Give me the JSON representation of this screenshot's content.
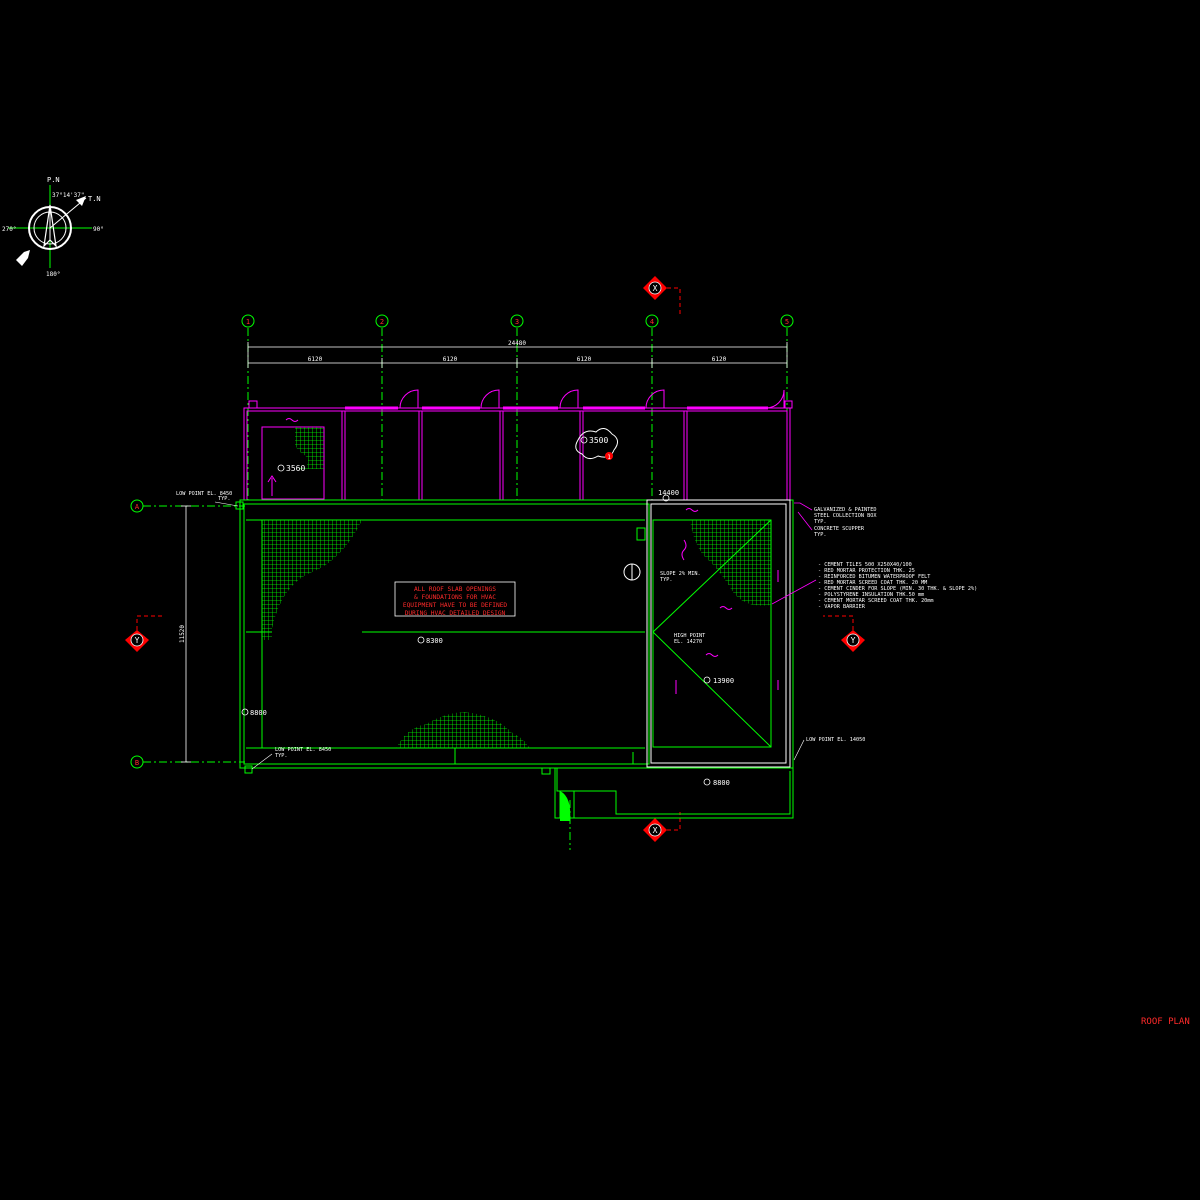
{
  "colors": {
    "background": "#000000",
    "wall": "#ff00ff",
    "roof": "#00ff00",
    "grid_line": "#00cc00",
    "section_marker": "#ff0000",
    "annotation_text": "#ffffff",
    "hvac_note": "#ff2a2a"
  },
  "compass": {
    "north_label": "P.N",
    "true_north_label": "T.N",
    "angle_label": "37°14'37\"",
    "east_label": "90°",
    "west_label": "270°",
    "south_label": "180°"
  },
  "grid": {
    "columns": [
      "1",
      "2",
      "3",
      "4",
      "5"
    ],
    "rows": [
      "A",
      "B"
    ],
    "overall_dimension": "24480",
    "bay_dimensions": [
      "6120",
      "6120",
      "6120",
      "6120"
    ],
    "vertical_dimension": "11520"
  },
  "sections": {
    "x_top": "X",
    "x_bottom": "X",
    "y_left": "Y",
    "y_right": "Y"
  },
  "levels": {
    "stair_roof": "3560",
    "upper_roof_cloud": "3500",
    "main_roof": "8300",
    "left_edge": "8800",
    "right_roof": "13900",
    "bottom_roof": "8800",
    "parapet_top": "14400"
  },
  "revision_marker": "1",
  "notes": {
    "low_point_top": [
      "LOW POINT EL. 8450",
      "TYP."
    ],
    "low_point_bottom": [
      "LOW POINT EL. 8450",
      "TYP."
    ],
    "low_point_right": "LOW POINT EL. 14050",
    "slope": [
      "SLOPE 2% MIN.",
      "TYP."
    ],
    "high_point": [
      "HIGH POINT",
      "EL. 14270"
    ],
    "collection_box": [
      "GALVANIZED & PAINTED",
      "STEEL COLLECTION BOX",
      "TYP."
    ],
    "scupper": [
      "CONCRETE SCUPPER",
      "TYP."
    ],
    "roof_build_up": [
      "- CEMENT TILES 500 X250X40/100",
      "- RED MORTAR PROTECTION THK. 25",
      "- REINFORCED BITUMEN WATERPROOF FELT",
      "- RED MORTAR SCREED COAT THK. 20 MM",
      "- CEMENT CINDER FOR SLOPE (MIN. 30 THK. & SLOPE 2%)",
      "- POLYSTYRENE INSULATION THK.50 mm",
      "- CEMENT MORTAR SCREED COAT THK. 20mm",
      "- VAPOR BARRIER"
    ]
  },
  "hvac_note": [
    "ALL ROOF SLAB OPENINGS",
    "& FOUNDATIONS FOR HVAC",
    "EQUIPMENT HAVE TO BE DEFINED",
    "DURING HVAC DETAILED DESIGN"
  ],
  "drawing_title": "ROOF PLAN"
}
